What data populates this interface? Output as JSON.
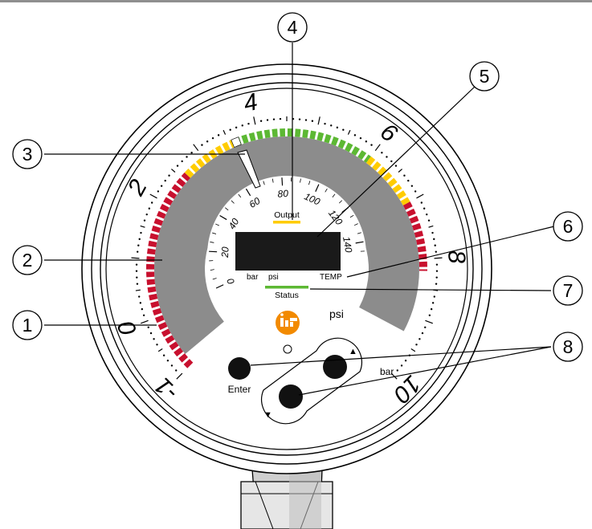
{
  "outer_scale": {
    "labels": [
      "-1",
      "0",
      "2",
      "4",
      "6",
      "8",
      "10"
    ],
    "unit": "bar"
  },
  "inner_scale": {
    "labels": [
      "0",
      "20",
      "40",
      "60",
      "80",
      "100",
      "120",
      "140"
    ],
    "unit": "psi"
  },
  "display": {
    "output_label": "Output",
    "status_label": "Status",
    "bar_label": "bar",
    "psi_label": "psi",
    "temp_label": "TEMP"
  },
  "buttons": {
    "enter_label": "Enter",
    "up_symbol": "▲",
    "down_symbol": "▼"
  },
  "callouts": [
    "1",
    "2",
    "3",
    "4",
    "5",
    "6",
    "7",
    "8"
  ],
  "colors": {
    "red": "#c8102e",
    "yellow": "#ffcc00",
    "green": "#5cb833",
    "gray": "#8c8c8c",
    "display": "#1a1a1a",
    "logo": "#f28a00",
    "status_led": "#5cb833",
    "output_led": "#ffcc00"
  }
}
